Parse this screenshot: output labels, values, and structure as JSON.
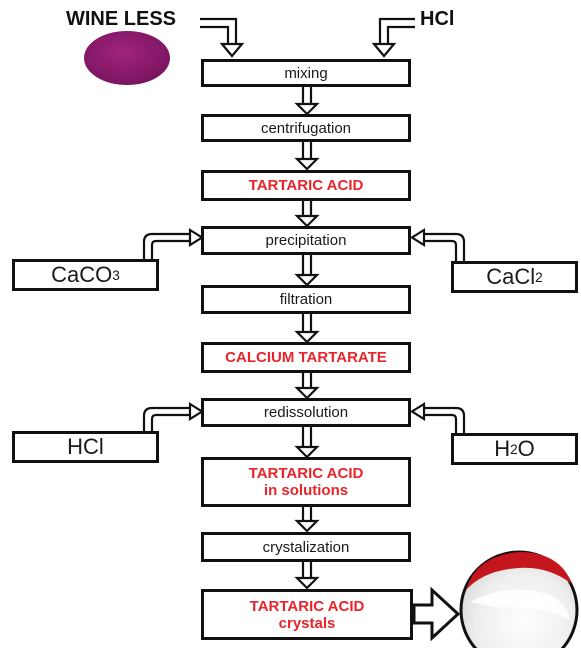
{
  "colors": {
    "product_text": "#e8252b",
    "stroke": "#111111",
    "wine_dot": "#8a1a6a",
    "crystal_white": "#f4f4f4"
  },
  "inputs": {
    "top_left": "WINE LESS",
    "top_right": "HCl"
  },
  "steps": {
    "mixing": "mixing",
    "centrifugation": "centrifugation",
    "precipitation": "precipitation",
    "filtration": "filtration",
    "redissolution": "redissolution",
    "crystalization": "crystalization"
  },
  "products": {
    "tartaric_acid": "TARTARIC ACID",
    "calcium_tartarate": "CALCIUM TARTARATE",
    "tartaric_solution_line1": "TARTARIC ACID",
    "tartaric_solution_line2": "in solutions",
    "tartaric_crystals_line1": "TARTARIC ACID",
    "tartaric_crystals_line2": "crystals"
  },
  "reagents": {
    "caco3": {
      "main": "CaCO",
      "sub": "3"
    },
    "cacl2": {
      "main": "CaCl",
      "sub": "2"
    },
    "hcl": "HCl",
    "h2o": {
      "main": "H",
      "sub": "2",
      "rest": "O"
    }
  },
  "images": {
    "wine_dot": "wine-lees-sample",
    "crystals": "tartaric-acid-crystals-photo"
  }
}
